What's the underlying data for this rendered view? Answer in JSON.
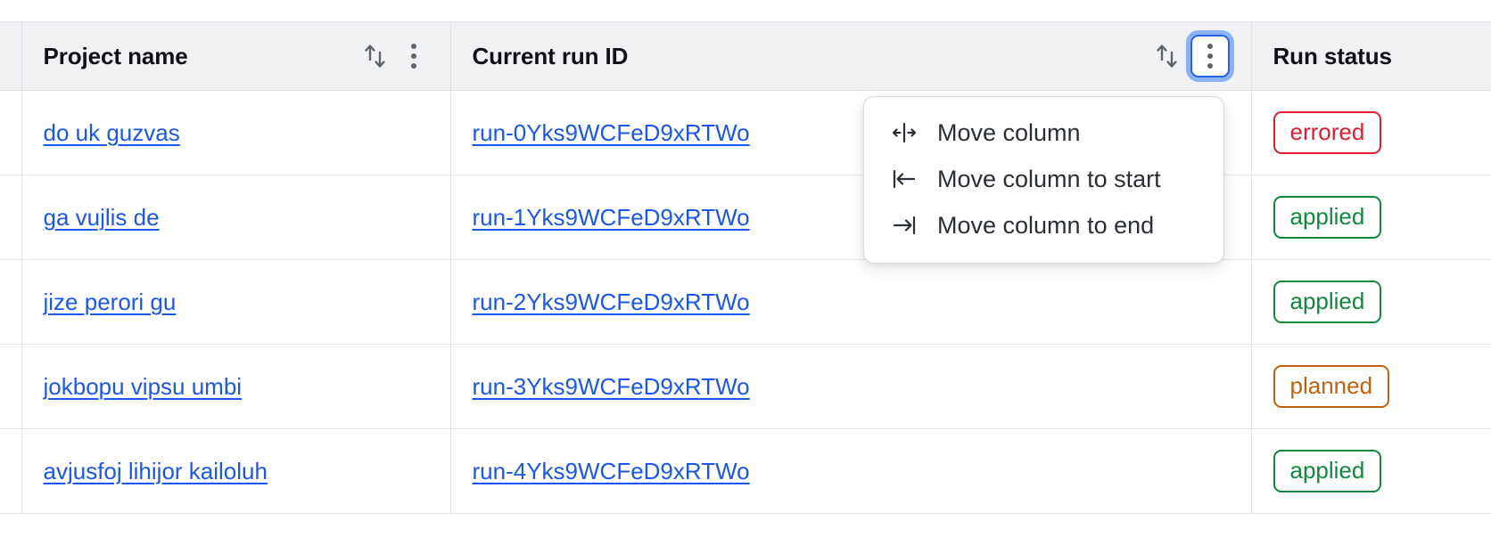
{
  "table": {
    "columns": [
      {
        "key": "select",
        "label": "",
        "sortable": false,
        "menu": false
      },
      {
        "key": "project_name",
        "label": "Project name",
        "sortable": true,
        "menu": true
      },
      {
        "key": "current_run_id",
        "label": "Current run ID",
        "sortable": true,
        "menu": true
      },
      {
        "key": "run_status",
        "label": "Run status",
        "sortable": true,
        "menu": false
      }
    ],
    "rows": [
      {
        "project_name": "do uk guzvas",
        "current_run_id": "run-0Yks9WCFeD9xRTWo",
        "run_status": "errored",
        "status_kind": "errored"
      },
      {
        "project_name": "ga vujlis de",
        "current_run_id": "run-1Yks9WCFeD9xRTWo",
        "run_status": "applied",
        "status_kind": "applied"
      },
      {
        "project_name": "jize perori gu",
        "current_run_id": "run-2Yks9WCFeD9xRTWo",
        "run_status": "applied",
        "status_kind": "applied"
      },
      {
        "project_name": "jokbopu vipsu umbi",
        "current_run_id": "run-3Yks9WCFeD9xRTWo",
        "run_status": "planned",
        "status_kind": "planned"
      },
      {
        "project_name": "avjusfoj lihijor kailoluh",
        "current_run_id": "run-4Yks9WCFeD9xRTWo",
        "run_status": "applied",
        "status_kind": "applied"
      }
    ]
  },
  "column_menu": {
    "open_for_column": "Current run ID",
    "items": [
      {
        "icon": "move-column-icon",
        "label": "Move column"
      },
      {
        "icon": "move-column-to-start-icon",
        "label": "Move column to start"
      },
      {
        "icon": "move-column-to-end-icon",
        "label": "Move column to end"
      }
    ]
  },
  "icons": {
    "sort": "sort-arrows-icon",
    "kebab": "kebab-menu-icon"
  },
  "colors": {
    "link": "#1a56f0",
    "header_bg": "#f0f1f3",
    "border": "#dfe1e5",
    "focus_ring": "#3b82f6",
    "status_errored": "#e11d2e",
    "status_applied": "#0f8a3c",
    "status_planned": "#c1600f"
  }
}
